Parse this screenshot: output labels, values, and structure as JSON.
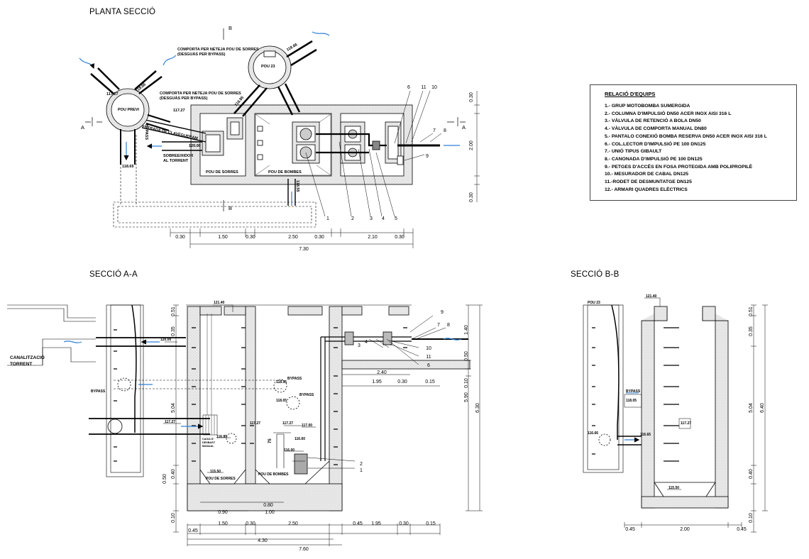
{
  "titles": {
    "plan": "PLANTA SECCIÓ",
    "section_a": "SECCIÓ A-A",
    "section_b": "SECCIÓ B-B"
  },
  "legend": {
    "heading": "RELACIÓ D'EQUIPS",
    "items": [
      "1.- GRUP MOTOBOMBA SUMERGIDA",
      "2.- COLUMNA D'IMPULSIÓ DN50 ACER INOX AISI 316 L",
      "3.- VÀLVULA DE RETENCIÓ A BOLA DN50",
      "4.- VÀLVULA DE COMPORTA MANUAL DN80",
      "5.- PANTALO CONEXIÓ BOMBA RESERVA DN50 ACER INOX AISI 316 L",
      "6.- COL.LECTOR D'IMPULSIÓ PE 100 DN125",
      "7.- UNIÓ TIPUS GIBAULT",
      "8.- CANONADA D'IMPULSIÓ PE 100 DN125",
      "9.- PETGES D'ACCÉS EN FOSA PROTEGIDA AMB POLIPROPILÈ",
      "10.- MESURADOR DE CABAL DN125",
      "11.-RODET DE DESMUNTATGE DN125",
      "12.- ARMARI QUADRES ELÈCTRICS"
    ]
  },
  "plan": {
    "pou23": "POU 23",
    "pou_previ": "POU PREVI",
    "comporta1": "COMPORTA PER NETEJA POU DE SORRES",
    "comporta1b": "(DESGUÀS PER BYPASS)",
    "comporta2": "COMPORTA PER NETEJA POU DE SORRES",
    "comporta2b": "(DESGUÀS PER BYPASS)",
    "entrada": "ENTRADA DE CLAVEGUERAM",
    "bypass": "BYPASS",
    "sobreeixidor": "SOBREEIXIDOR",
    "al_torrent": "AL TORRENT",
    "pou_sorres": "POU DE SORRES",
    "pou_bombes": "POU DE BOMBES",
    "lvl_117_27": "117.27",
    "lvl_118_66": "118.66",
    "lvl_118_66b": "118.66",
    "lvl_116_85": "116.85",
    "lvl_120_00": "120.00",
    "lvl_118_65": "118.65",
    "lvl_118_55": "118.55",
    "lvl_117_27b": "117.27",
    "sec_a_left": "A",
    "sec_a_right": "A",
    "sec_b_top": "B",
    "sec_b_bot": "B",
    "dims_bottom": [
      "0.30",
      "1.50",
      "0.30",
      "2.50",
      "0.30",
      "2.10",
      "0.30"
    ],
    "dim_total": "7.30",
    "dims_right": [
      "0.30",
      "2.00",
      "0.30"
    ],
    "callouts": [
      "1",
      "2",
      "3",
      "4",
      "5",
      "6",
      "7",
      "8",
      "9",
      "10",
      "11"
    ]
  },
  "sec_a": {
    "canalitzacio": "CANALITZACIÓ",
    "torrent": "TORRENT",
    "lvl_121_40": "121.40",
    "lvl_120_00": "120.00",
    "lvl_118_55": "118.55",
    "lvl_118_05": "118.05",
    "lvl_117_27": "117.27",
    "lvl_117_27b": "117.27",
    "lvl_117_27c": "117.27",
    "lvl_116_85": "116.85",
    "lvl_117_00": "117.00",
    "lvl_116_60": "116.60",
    "lvl_116_00": "116.00",
    "lvl_115_50": "115.50",
    "bypass1": "BYPASS",
    "bypass2": "BYPASS",
    "bypass3": "BYPASS",
    "caixa1": "CAIXA D'",
    "caixa2": "DESBAST",
    "caixa3": "MANUAL",
    "h75": "75",
    "pou_sorres": "POU DE SORRES",
    "pou_bombes": "POU DE BOMBES",
    "dims_left": [
      "0.51",
      "0.35",
      "5.04",
      "0.40",
      "0.50",
      "0.10"
    ],
    "dims_right": [
      "1.40",
      "0.50",
      "0.10",
      "5.90",
      "6.30"
    ],
    "dims_bottom1": [
      "0.80",
      "1.00",
      "0.90"
    ],
    "dims_bottom2": [
      "1.50",
      "0.30",
      "2.50",
      "0.45",
      "1.95",
      "0.30",
      "0.15"
    ],
    "dim_045": "0.45",
    "dim_430": "4.30",
    "dim_760": "7.60",
    "dim_240": "2.40",
    "dim_195": "1.95",
    "dim_030": "0.30",
    "dim_015": "0.15",
    "callouts": [
      "9",
      "7",
      "8",
      "3",
      "4",
      "10",
      "11",
      "6",
      "2",
      "1"
    ]
  },
  "sec_b": {
    "lvl_121_40": "121.40",
    "pou23": "POU 23",
    "bypass": "BYPASS",
    "lvl_118_05": "118.05",
    "lvl_117_27": "117.27",
    "lvl_116_66": "116.66",
    "lvl_116_65": "116.65",
    "lvl_115_50": "115.50",
    "dims_right": [
      "0.51",
      "0.35",
      "5.04",
      "6.40",
      "0.40",
      "0.10"
    ],
    "dims_bottom": [
      "0.45",
      "2.00",
      "0.45"
    ]
  }
}
